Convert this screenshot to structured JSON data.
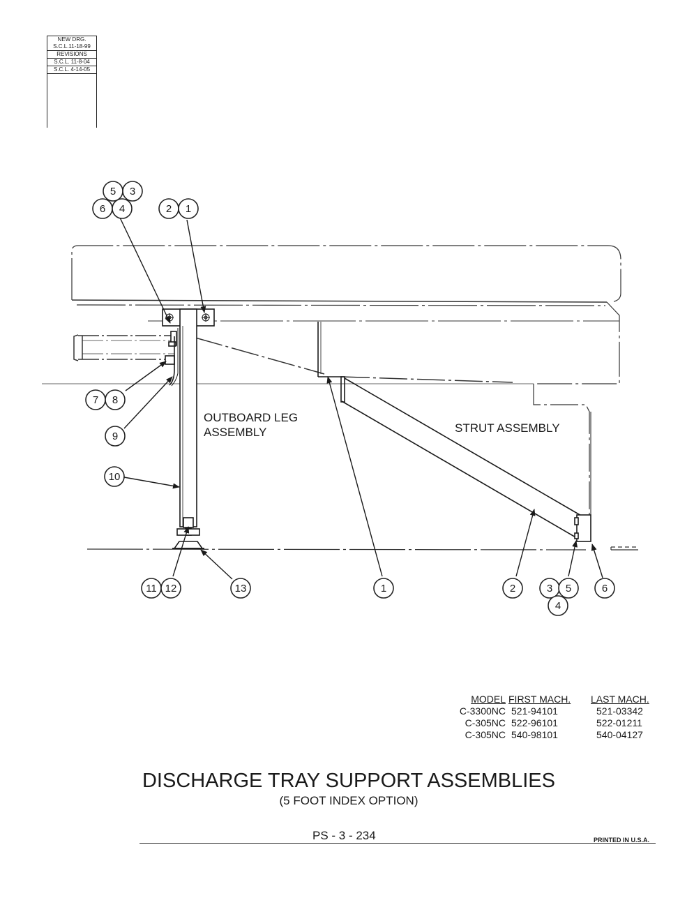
{
  "revision_block": {
    "new_drg_label": "NEW DRG.",
    "new_drg_date": "S.C.L.11-18-99",
    "revisions_label": "REVISIONS",
    "revision_1": "S.C.L. 11-8-04",
    "revision_2": "S.C.L. 4-14-05"
  },
  "callouts": {
    "c5_top": "5",
    "c3_top": "3",
    "c6_top": "6",
    "c4_top": "4",
    "c2_top": "2",
    "c1_top": "1",
    "c7": "7",
    "c8": "8",
    "c9": "9",
    "c10": "10",
    "c11": "11",
    "c12": "12",
    "c13": "13",
    "c1_bottom": "1",
    "c2_bottom": "2",
    "c3_bottom": "3",
    "c5_bottom": "5",
    "c4_bottom": "4",
    "c6_bottom": "6"
  },
  "labels": {
    "outboard_line1": "OUTBOARD LEG",
    "outboard_line2": "ASSEMBLY",
    "strut": "STRUT ASSEMBLY"
  },
  "model_table": {
    "headers": [
      "MODEL",
      "FIRST MACH.",
      "LAST MACH."
    ],
    "rows": [
      [
        "C-3300NC",
        "521-94101",
        "521-03342"
      ],
      [
        "C-305NC",
        "522-96101",
        "522-01211"
      ],
      [
        "C-305NC",
        "540-98101",
        "540-04127"
      ]
    ]
  },
  "title": "DISCHARGE TRAY SUPPORT ASSEMBLIES",
  "subtitle": "(5 FOOT INDEX OPTION)",
  "page_number": "PS - 3 - 234",
  "printed_note": "PRINTED IN U.S.A."
}
